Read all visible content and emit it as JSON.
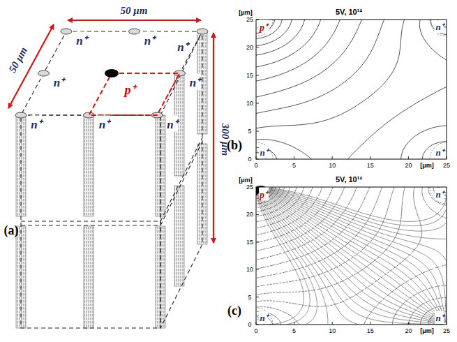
{
  "diagram": {
    "labels": [
      "50 μm",
      "50 μm",
      "300 μm",
      "n⁺",
      "n⁺",
      "n⁺",
      "n⁺",
      "n⁺",
      "n⁺",
      "n⁺",
      "n⁺",
      "p⁺",
      "(a)",
      "5V, 10¹²",
      "[μm]",
      "0",
      "5",
      "10",
      "15",
      "20",
      "25",
      "0",
      "5",
      "10",
      "15",
      "20",
      "25",
      "[μm]",
      "p⁺",
      "n⁺",
      "n⁺",
      "n⁺",
      "(b)",
      "5V, 10¹²",
      "[μm]",
      "0",
      "5",
      "10",
      "15",
      "20",
      "25",
      "0",
      "5",
      "10",
      "15",
      "20",
      "25",
      "[μm]",
      "p⁺",
      "n⁺",
      "n⁺",
      "n⁺",
      "(c)"
    ]
  }
}
